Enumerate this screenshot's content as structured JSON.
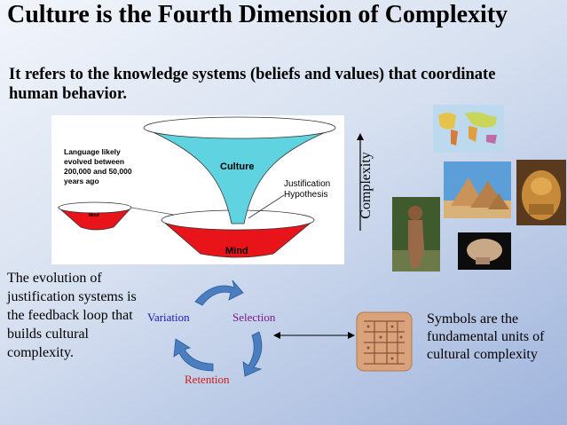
{
  "title": "Culture is the Fourth Dimension of Complexity",
  "subtitle": "It refers to the knowledge systems (beliefs and values) that coordinate human behavior.",
  "diagram": {
    "language_note": "Language likely evolved between 200,000 and 50,000 years ago",
    "culture_label": "Culture",
    "justification_label": "Justification Hypothesis",
    "mind_small_label": "Mind",
    "mind_big_label": "Mind"
  },
  "complexity_axis_label": "Complexity",
  "left_text": "The evolution of justification systems is the feedback loop that builds cultural complexity.",
  "cycle": {
    "variation": "Variation",
    "selection": "Selection",
    "retention": "Retention",
    "colors": {
      "variation": "#1a1aa8",
      "selection": "#7a1a8a",
      "retention": "#cc1a1a",
      "arrow": "#4a7ec0"
    }
  },
  "right_text": "Symbols are the fundamental units of cultural complexity",
  "colors": {
    "culture_fill": "#5fd3df",
    "mind_fill": "#e8141a"
  }
}
